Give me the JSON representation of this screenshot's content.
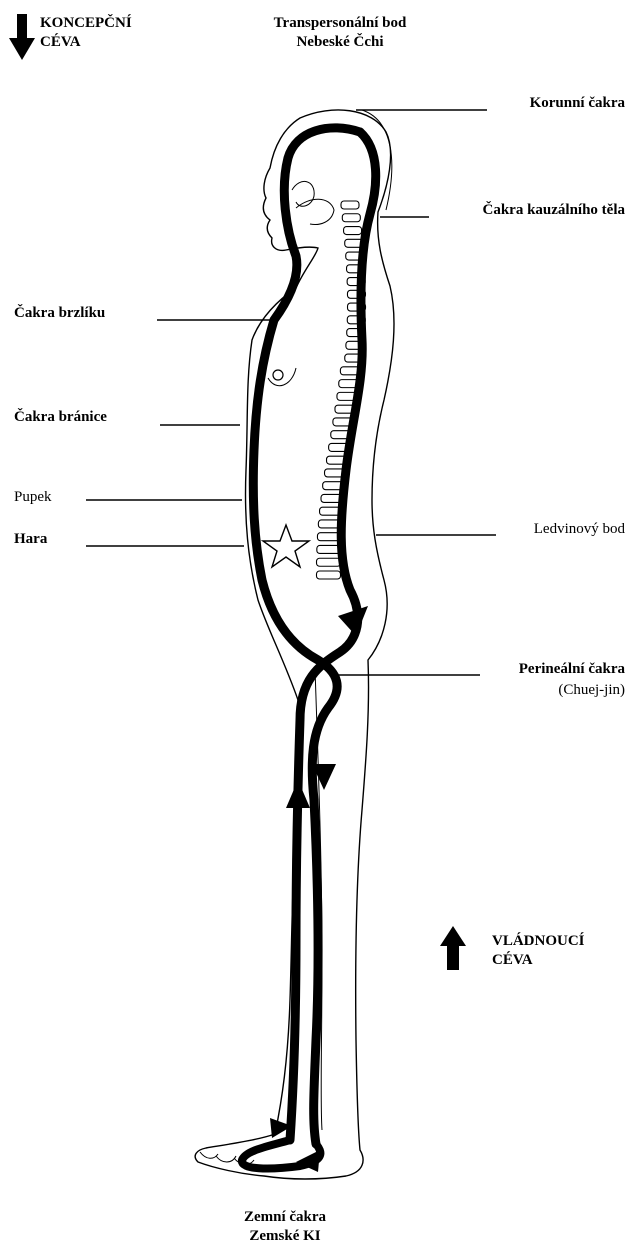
{
  "top_left": {
    "line1": "KONCEPČNÍ",
    "line2": "CÉVA"
  },
  "top_center": {
    "line1": "Transpersonální bod",
    "line2": "Nebeské Čchi"
  },
  "labels": {
    "korunni": "Korunní čakra",
    "kauzalni": "Čakra kauzálního těla",
    "brzliku": "Čakra brzlíku",
    "branice": "Čakra bránice",
    "pupek": "Pupek",
    "hara": "Hara",
    "ledvinovy": "Ledvinový bod",
    "perinealni": "Perineální čakra",
    "chuejjin": "(Chuej-jin)"
  },
  "bottom_right": {
    "line1": "VLÁDNOUCÍ",
    "line2": "CÉVA"
  },
  "bottom_center": {
    "line1": "Zemní čakra",
    "line2": "Zemské KI"
  }
}
